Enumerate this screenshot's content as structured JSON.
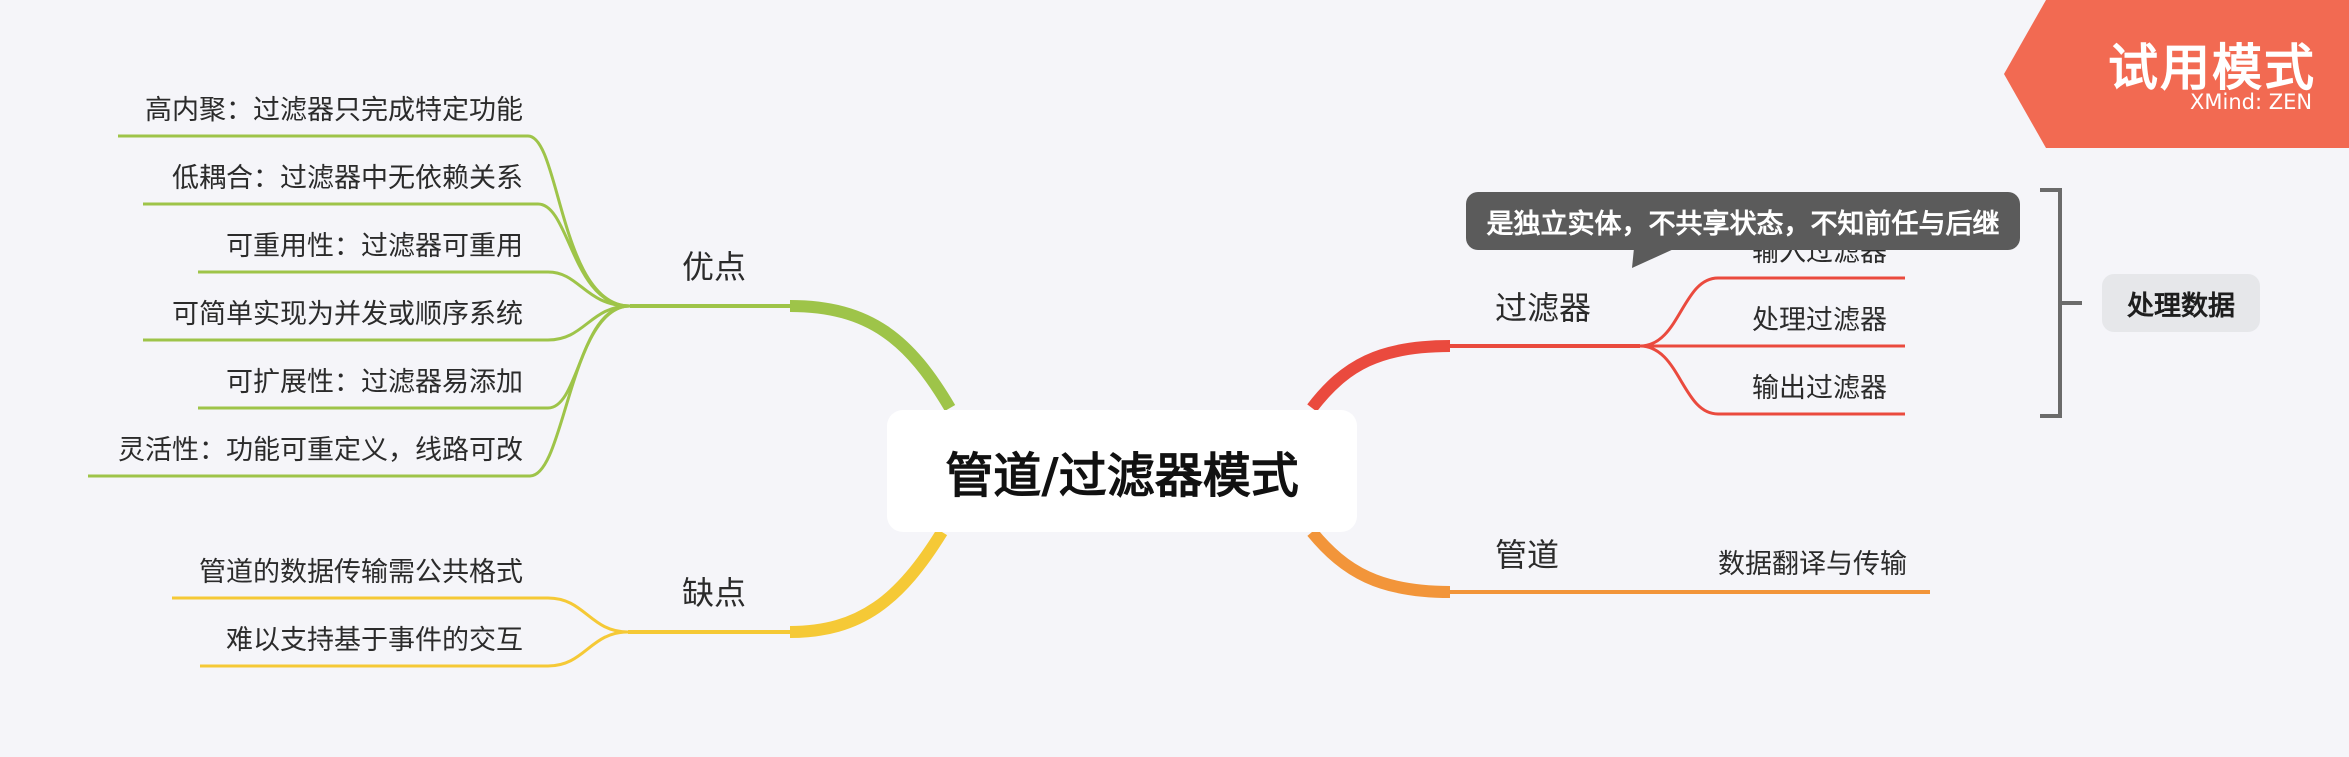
{
  "center": {
    "title": "管道/过滤器模式"
  },
  "watermark": {
    "title": "试用模式",
    "brand": "XMind: ZEN"
  },
  "branches": {
    "advantages": {
      "label": "优点",
      "color": "#9ec449",
      "items": [
        "高内聚：过滤器只完成特定功能",
        "低耦合：过滤器中无依赖关系",
        "可重用性：过滤器可重用",
        "可简单实现为并发或顺序系统",
        "可扩展性：过滤器易添加",
        "灵活性：功能可重定义，线路可改"
      ]
    },
    "disadvantages": {
      "label": "缺点",
      "color": "#f5c936",
      "items": [
        "管道的数据传输需公共格式",
        "难以支持基于事件的交互"
      ]
    },
    "filter": {
      "label": "过滤器",
      "color": "#ea4a3e",
      "items": [
        "输入过滤器",
        "处理过滤器",
        "输出过滤器"
      ],
      "note": "是独立实体，不共享状态，不知前任与后继",
      "summary": "处理数据"
    },
    "pipe": {
      "label": "管道",
      "color": "#f2953a",
      "items": [
        "数据翻译与传输"
      ]
    }
  }
}
